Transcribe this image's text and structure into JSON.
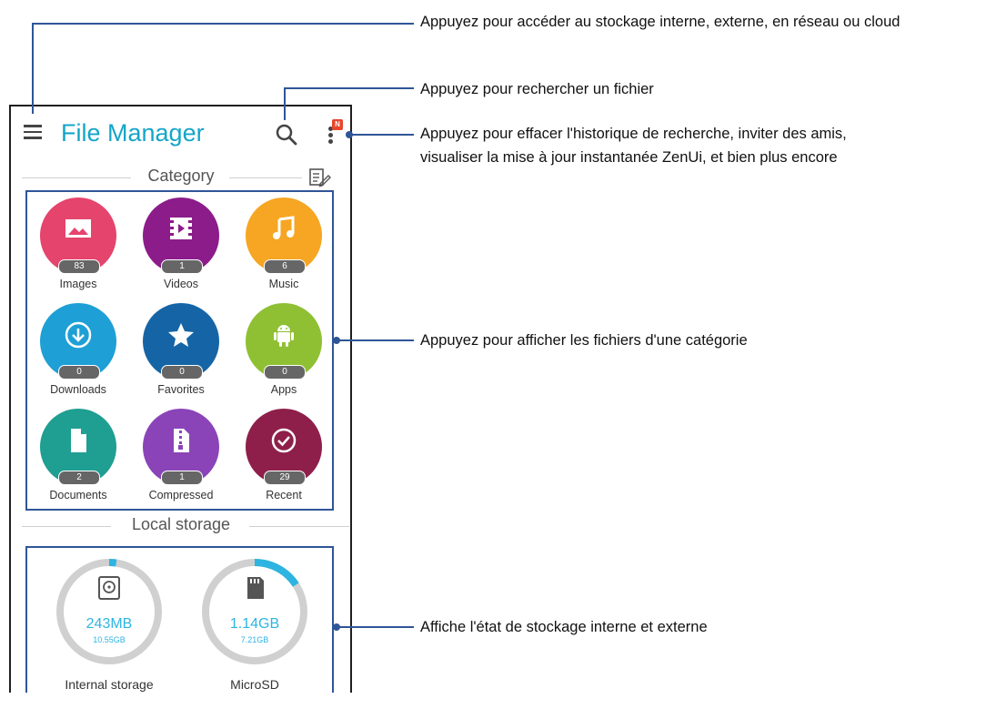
{
  "app": {
    "title": "File Manager"
  },
  "sections": {
    "category": "Category",
    "local_storage": "Local storage"
  },
  "categories": [
    {
      "label": "Images",
      "count": "83",
      "color": "#e5446d",
      "icon": "image-icon"
    },
    {
      "label": "Videos",
      "count": "1",
      "color": "#8b1c8a",
      "icon": "film-icon"
    },
    {
      "label": "Music",
      "count": "6",
      "color": "#f6a623",
      "icon": "music-note-icon"
    },
    {
      "label": "Downloads",
      "count": "0",
      "color": "#1e9fd6",
      "icon": "download-icon"
    },
    {
      "label": "Favorites",
      "count": "0",
      "color": "#1565a6",
      "icon": "star-icon"
    },
    {
      "label": "Apps",
      "count": "0",
      "color": "#8fc034",
      "icon": "android-icon"
    },
    {
      "label": "Documents",
      "count": "2",
      "color": "#1f9e92",
      "icon": "document-icon"
    },
    {
      "label": "Compressed",
      "count": "1",
      "color": "#8a44b8",
      "icon": "zip-icon"
    },
    {
      "label": "Recent",
      "count": "29",
      "color": "#8e1f4a",
      "icon": "clock-check-icon"
    }
  ],
  "storage": [
    {
      "label": "Internal storage",
      "used": "243MB",
      "total": "10.55GB",
      "used_fraction": 0.023,
      "icon": "internal-storage-icon"
    },
    {
      "label": "MicroSD",
      "used": "1.14GB",
      "total": "7.21GB",
      "used_fraction": 0.158,
      "icon": "sd-card-icon"
    }
  ],
  "callouts": {
    "storage_access": "Appuyez pour accéder au stockage interne, externe, en réseau ou cloud",
    "search": "Appuyez pour rechercher un fichier",
    "more_line1": "Appuyez pour effacer l'historique de recherche, inviter des amis,",
    "more_line2": "visualiser la mise à jour instantanée ZenUi, et bien plus encore",
    "category": "Appuyez pour afficher les fichiers d'une catégorie",
    "storage_state": "Affiche l'état de stockage interne et externe"
  },
  "colors": {
    "accent": "#14a5c8",
    "callout_line": "#2f5597",
    "ring_track": "#d0d0d0",
    "ring_used": "#2eb4e0"
  }
}
